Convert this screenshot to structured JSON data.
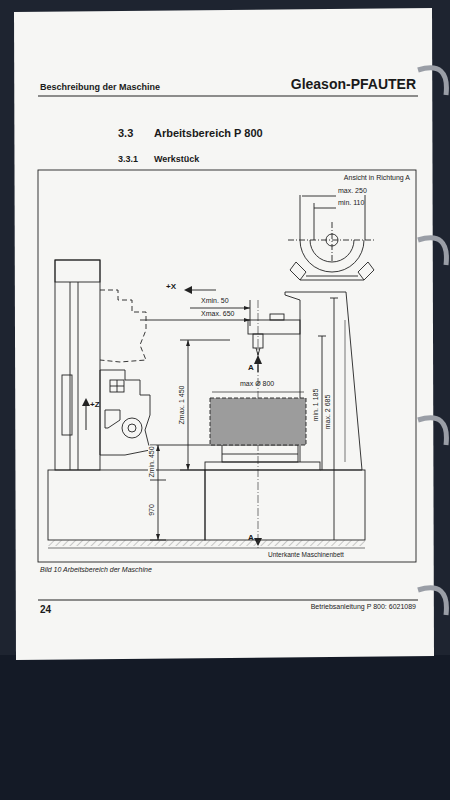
{
  "diagram": {
    "title": "Arbeitsbereich P 800",
    "caption": "Bild 10 Arbeitsbereich der Maschine",
    "labels": [
      "Beschreibung der Maschine",
      "Gleason-PFAUTER",
      "3.3",
      "3.3.1",
      "Werkstück",
      "Ansicht in Richtung A",
      "max. 250",
      "min. 110",
      "+X",
      "Xmin. 50",
      "Xmax. 650",
      "A",
      "max Ø 800",
      "Zmax. 1 450",
      "+Z",
      "Zmin. 450",
      "970",
      "min. 1 185",
      "max. 2 685",
      "A",
      "Unterkante Maschinenbett",
      "24",
      "Betriebsanleitung P 800: 6021089"
    ]
  }
}
